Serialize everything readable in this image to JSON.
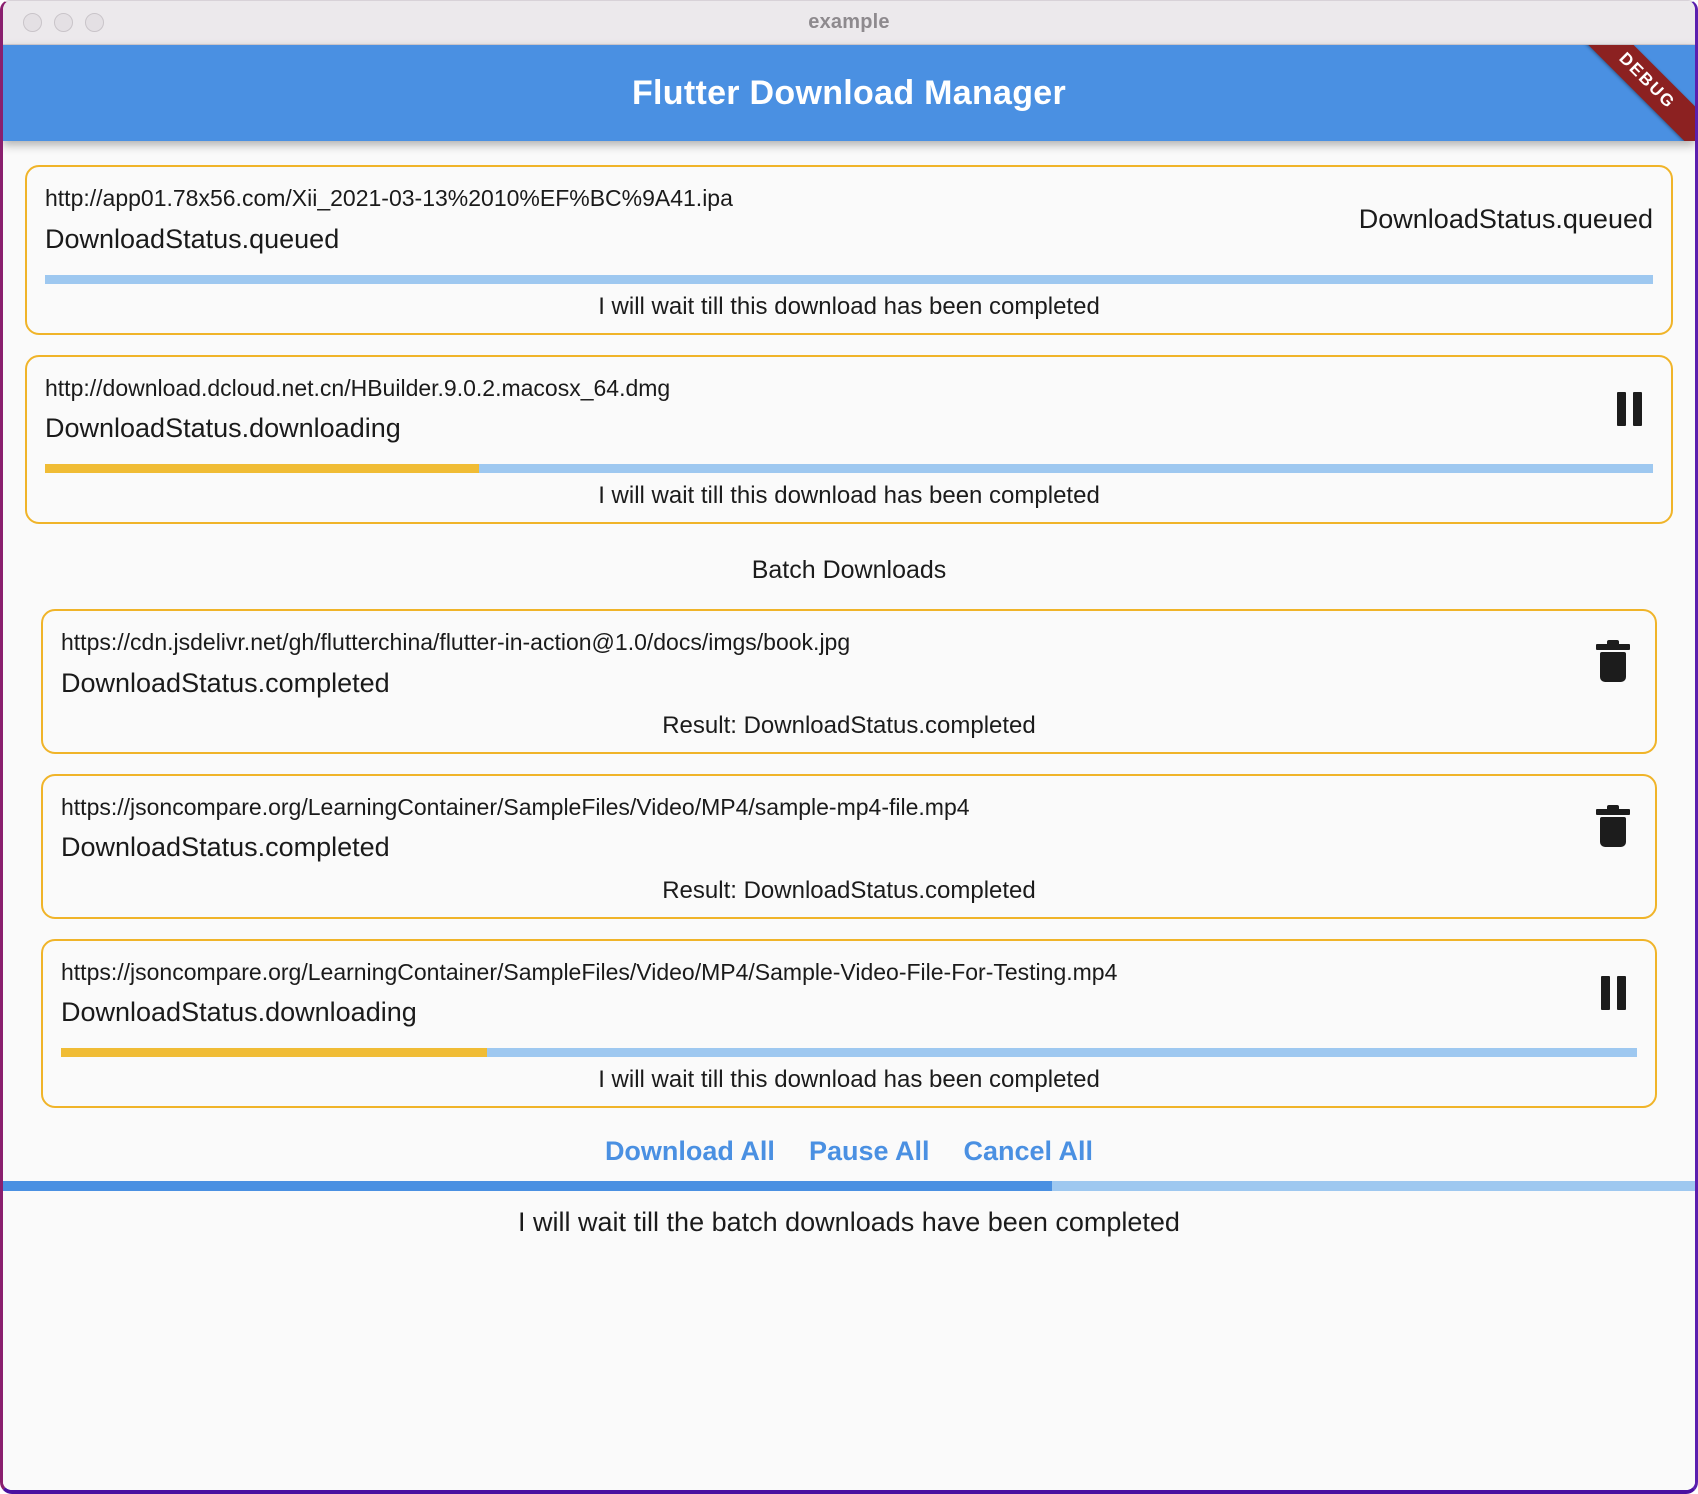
{
  "window": {
    "title": "example",
    "controls": [
      "close",
      "minimize",
      "maximize"
    ]
  },
  "appbar": {
    "title": "Flutter Download Manager",
    "debug_ribbon": "DEBUG",
    "background": "#4a90e2"
  },
  "colors": {
    "accent": "#4a90e2",
    "card_border": "#f0b429",
    "progress_fill": "#f0bc35",
    "progress_track": "#9ec8f0",
    "debug_ribbon": "#8c2121"
  },
  "downloads": [
    {
      "url": "http://app01.78x56.com/Xii_2021-03-13%2010%EF%BC%9A41.ipa",
      "status": "DownloadStatus.queued",
      "right_text": "DownloadStatus.queued",
      "action_icon": "none",
      "progress_percent": 0,
      "footnote": "I will wait till this download has been completed"
    },
    {
      "url": "http://download.dcloud.net.cn/HBuilder.9.0.2.macosx_64.dmg",
      "status": "DownloadStatus.downloading",
      "right_text": "",
      "action_icon": "pause-icon",
      "progress_percent": 27,
      "footnote": "I will wait till this download has been completed"
    }
  ],
  "batch": {
    "label": "Batch Downloads",
    "items": [
      {
        "url": "https://cdn.jsdelivr.net/gh/flutterchina/flutter-in-action@1.0/docs/imgs/book.jpg",
        "status": "DownloadStatus.completed",
        "action_icon": "trash-icon",
        "progress_percent": -1,
        "footnote": "Result: DownloadStatus.completed"
      },
      {
        "url": "https://jsoncompare.org/LearningContainer/SampleFiles/Video/MP4/sample-mp4-file.mp4",
        "status": "DownloadStatus.completed",
        "action_icon": "trash-icon",
        "progress_percent": -1,
        "footnote": "Result: DownloadStatus.completed"
      },
      {
        "url": "https://jsoncompare.org/LearningContainer/SampleFiles/Video/MP4/Sample-Video-File-For-Testing.mp4",
        "status": "DownloadStatus.downloading",
        "action_icon": "pause-icon",
        "progress_percent": 27,
        "footnote": "I will wait till this download has been completed"
      }
    ],
    "actions": [
      {
        "label": "Download All",
        "name": "download-all-button"
      },
      {
        "label": "Pause All",
        "name": "pause-all-button"
      },
      {
        "label": "Cancel All",
        "name": "cancel-all-button"
      }
    ],
    "overall_progress_percent": 62,
    "overall_footnote": "I will wait till the batch downloads have been completed"
  }
}
